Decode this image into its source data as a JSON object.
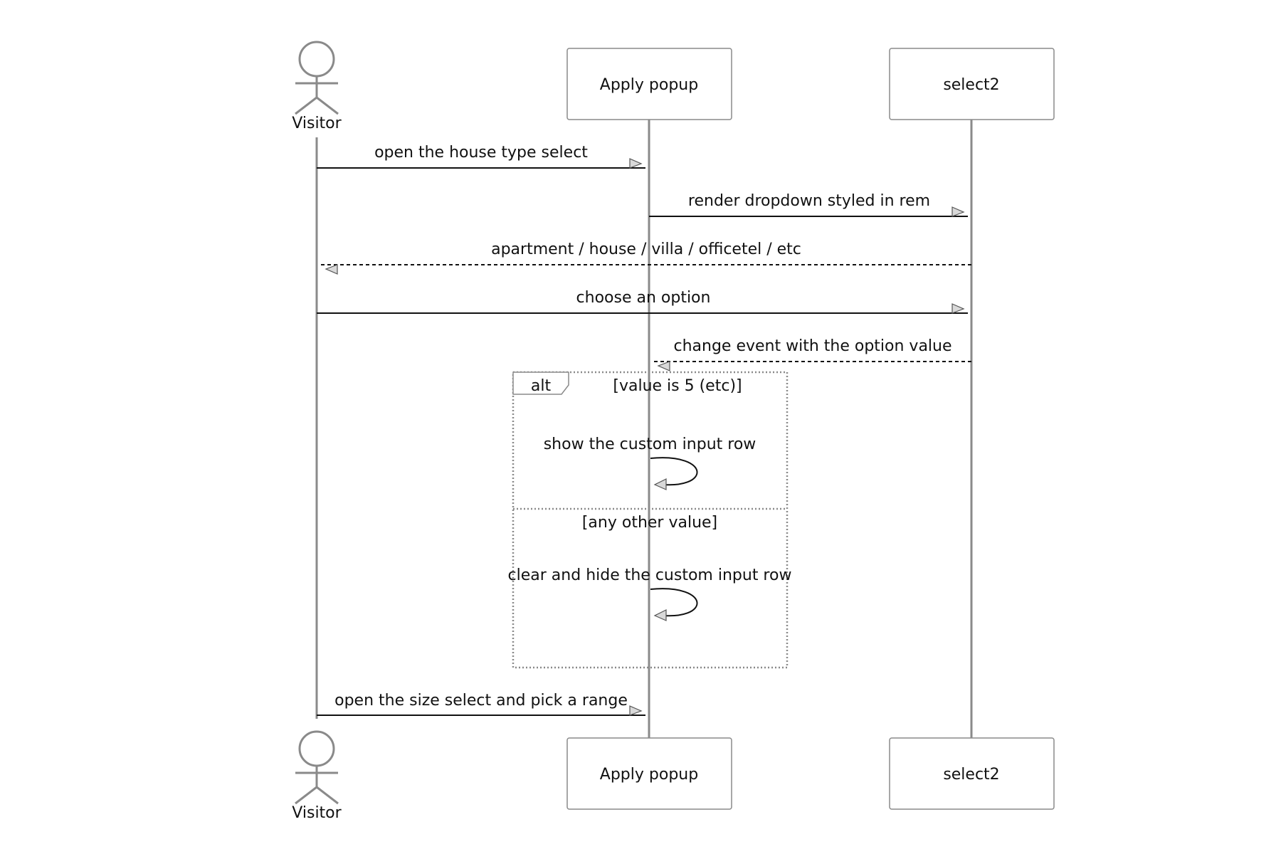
{
  "participants": {
    "visitor": "Visitor",
    "apply_popup": "Apply popup",
    "select2": "select2"
  },
  "messages": {
    "m1": "open the house type select",
    "m2": "render dropdown styled in rem",
    "m3": "apartment / house / villa / officetel / etc",
    "m4": "choose an option",
    "m5": "change event with the option value",
    "m6": "show the custom input row",
    "m7": "clear and hide the custom input row",
    "m8": "open the size select and pick a range"
  },
  "alt_block": {
    "keyword": "alt",
    "condition_1": "[value is 5 (etc)]",
    "condition_2": "[any other value]"
  }
}
